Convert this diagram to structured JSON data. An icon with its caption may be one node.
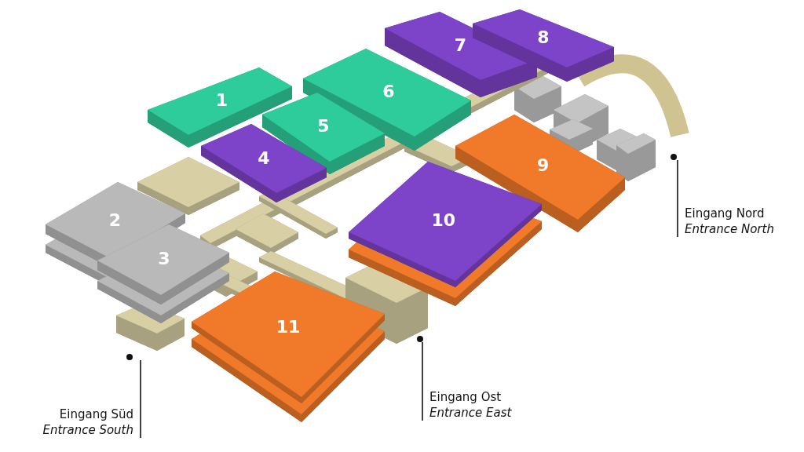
{
  "diagram": {
    "nodes": [
      {
        "text": [
          "1"
        ]
      },
      {
        "text": [
          "2"
        ]
      },
      {
        "text": [
          "3"
        ]
      },
      {
        "text": [
          "4"
        ]
      },
      {
        "text": [
          "5"
        ]
      },
      {
        "text": [
          "6"
        ]
      },
      {
        "text": [
          "7"
        ]
      },
      {
        "text": [
          "8"
        ]
      },
      {
        "text": [
          "9"
        ]
      },
      {
        "text": [
          "10"
        ]
      },
      {
        "text": [
          "11"
        ]
      },
      {
        "text": [
          "Eingang Nord",
          "Entrance North"
        ]
      },
      {
        "text": [],
        "shape": "circle"
      },
      {
        "text": [
          "Eingang Ost",
          "Entrance East"
        ]
      },
      {
        "text": [],
        "shape": "circle"
      },
      {
        "text": [
          "Eingang Süd",
          "Entrance South"
        ]
      },
      {
        "text": [],
        "shape": "circle"
      }
    ],
    "edges": [
      {
        "from": 11,
        "to": 12,
        "arrow": "none"
      },
      {
        "from": 13,
        "to": 14,
        "arrow": "none"
      },
      {
        "from": 15,
        "to": 16,
        "arrow": "none"
      }
    ]
  }
}
